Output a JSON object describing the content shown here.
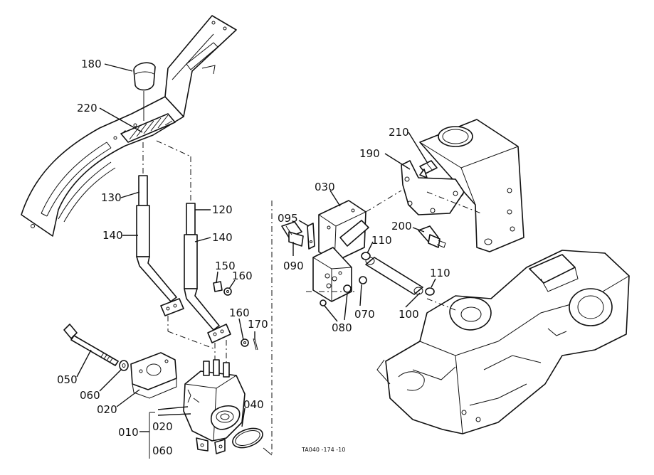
{
  "diagram": {
    "drawing_ref": "TA040 -174 -10",
    "part_labels": {
      "p180": "180",
      "p220": "220",
      "p130": "130",
      "p120": "120",
      "p140a": "140",
      "p140b": "140",
      "p150": "150",
      "p160a": "160",
      "p160b": "160",
      "p170": "170",
      "p050": "050",
      "p060a": "060",
      "p020a": "020",
      "p010": "010",
      "p020b": "020",
      "p060b": "060",
      "p040": "040",
      "p210": "210",
      "p190": "190",
      "p030": "030",
      "p095": "095",
      "p090": "090",
      "p110a": "110",
      "p200": "200",
      "p110b": "110",
      "p100": "100",
      "p070": "070",
      "p080": "080"
    }
  }
}
